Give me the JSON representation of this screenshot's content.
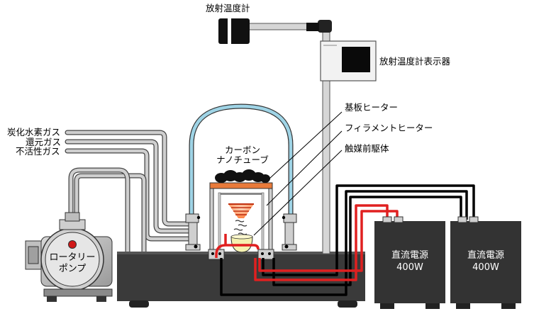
{
  "labels": {
    "radiation_thermometer": "放射温度計",
    "thermometer_display": "放射温度計表示器",
    "hydrocarbon_gas": "炭化水素ガス",
    "reducing_gas": "還元ガス",
    "inert_gas": "不活性ガス",
    "substrate_heater": "基板ヒーター",
    "filament_heater": "フィラメントヒーター",
    "catalyst_precursor": "触媒前駆体",
    "carbon_nanotube_line1": "カーボン",
    "carbon_nanotube_line2": "ナノチューブ",
    "rotary_pump_line1": "ロータリー",
    "rotary_pump_line2": "ポンプ",
    "dc_power_1_line1": "直流電源",
    "dc_power_1_line2": "400W",
    "dc_power_2_line1": "直流電源",
    "dc_power_2_line2": "400W"
  },
  "colors": {
    "chamber_glass": "#9fd4e6",
    "pipe_gray": "#c8c8c8",
    "pipe_edge": "#444444",
    "wire_red": "#e02020",
    "wire_black": "#000000",
    "base_dark": "#3a3a3a",
    "heater_orange": "#e87a3a",
    "catalyst_cup": "#f5f2b0"
  }
}
